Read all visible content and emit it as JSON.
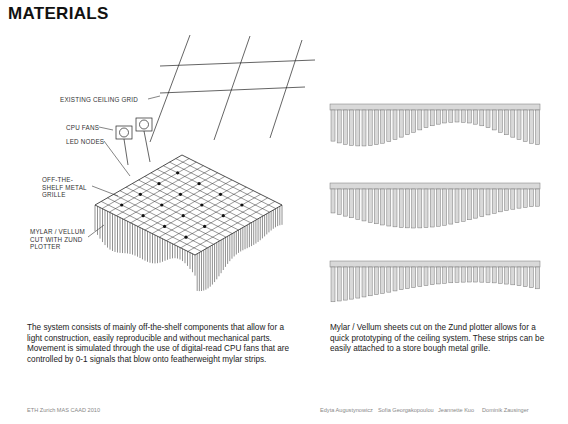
{
  "diagram": {
    "title": "MATERIALS",
    "labels": [
      "EXISTING CEILING GRID",
      "CPU FANS",
      "LED NODES",
      "OFF-THE-SHELF METAL GRILLE",
      "MYLAR / VELLUM CUT WITH ZUND PLOTTER",
      "The system consists of mainly off-the-shelf components that allow for a light construction, easily reproducible and without mechanical parts. Movement is simulated through the use of digital-read CPU fans that are controlled by 0-1 signals that blow onto featherweight mylar strips.",
      "Mylar / Vellum sheets cut on the Zund plotter allows for a quick prototyping of the ceiling system.  These strips can be easily attached to a store bough metal grille.",
      "ETH Zurich MAS CAAD 2010",
      "Edyta Augustynowicz",
      "Sofia Georgakopoulou",
      "Jeannette Kuo",
      "Dominik Zausinger"
    ]
  }
}
